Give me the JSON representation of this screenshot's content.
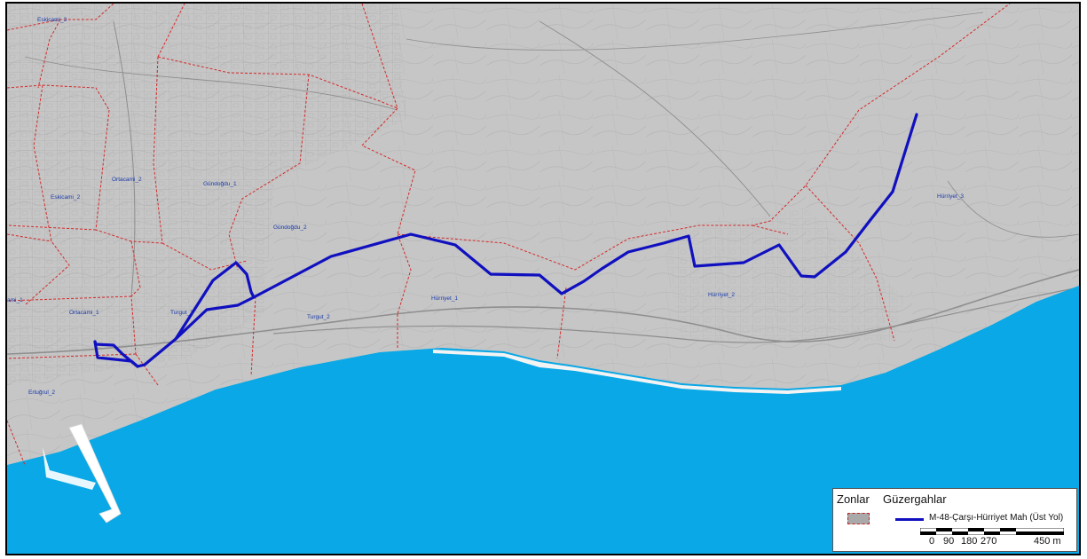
{
  "map": {
    "zones": [
      {
        "name": "Eskicami_3"
      },
      {
        "name": "Eskicami_2"
      },
      {
        "name": "Ortacami_2"
      },
      {
        "name": "Gündoğdu_1"
      },
      {
        "name": "Gündoğdu_2"
      },
      {
        "name": "Ortacami_1"
      },
      {
        "name": "Turgut_1"
      },
      {
        "name": "Turgut_2"
      },
      {
        "name": "Hürriyet_1"
      },
      {
        "name": "Hürriyet_2"
      },
      {
        "name": "Hürriyet_3"
      },
      {
        "name": "Ertuğrul_2"
      },
      {
        "name": "ami_1"
      }
    ],
    "colors": {
      "land": "#c6c6c6",
      "sea": "#0aa8e6",
      "zone_border": "#d42a2a",
      "route": "#1010c0",
      "streets": "#9a9a9a"
    }
  },
  "legend": {
    "zones_title": "Zonlar",
    "routes_title": "Güzergahlar",
    "route_label": "M-48-Çarşı-Hürriyet Mah (Üst Yol)",
    "scale_ticks": [
      "0",
      "90",
      "180",
      "270",
      "450 m"
    ]
  }
}
